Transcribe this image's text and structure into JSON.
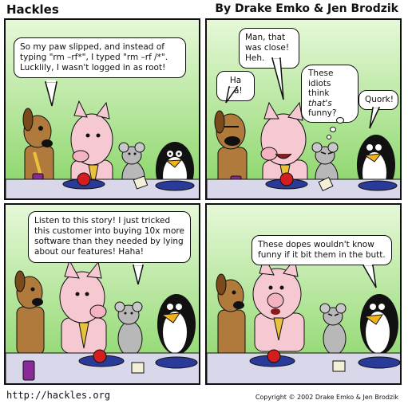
{
  "header": {
    "title": "Hackles",
    "authors": "By Drake Emko & Jen Brodzik"
  },
  "footer": {
    "url": "http://hackles.org",
    "copyright": "Copyright © 2002 Drake Emko & Jen Brodzik"
  },
  "panels": [
    {
      "bubbles": [
        {
          "speaker": "dog",
          "text": "So my paw slipped, and instead of typing \"rm –rf*\", I typed \"rm –rf /*\". Lucklily, I wasn't logged in as root!"
        }
      ]
    },
    {
      "bubbles": [
        {
          "speaker": "pig",
          "text": "Man, that was close! Heh."
        },
        {
          "speaker": "dog",
          "text": "Ha ha!"
        },
        {
          "speaker": "mouse-thought",
          "text_before": "These idiots think ",
          "text_emph": "that's",
          "text_after": " funny?"
        },
        {
          "speaker": "penguin",
          "text": "Quork!"
        }
      ]
    },
    {
      "bubbles": [
        {
          "speaker": "pig",
          "text": "Listen to this story! I just tricked this customer into buying 10x more software than they needed by lying about our features! Haha!"
        }
      ]
    },
    {
      "bubbles": [
        {
          "speaker": "penguin",
          "text": "These dopes wouldn't know funny if it bit them in the butt."
        }
      ]
    }
  ],
  "colors": {
    "sky_top": "#d8f5c8",
    "sky_bottom": "#8fd86a",
    "table": "#d8d8ea",
    "pig": "#f6c9d2",
    "dog": "#b07a3c",
    "mouse": "#b8b8b8",
    "penguin": "#111111",
    "tie": "#e8c23a",
    "apple": "#d21e1e",
    "plate": "#2a3a99",
    "can": "#8a2a9a"
  }
}
